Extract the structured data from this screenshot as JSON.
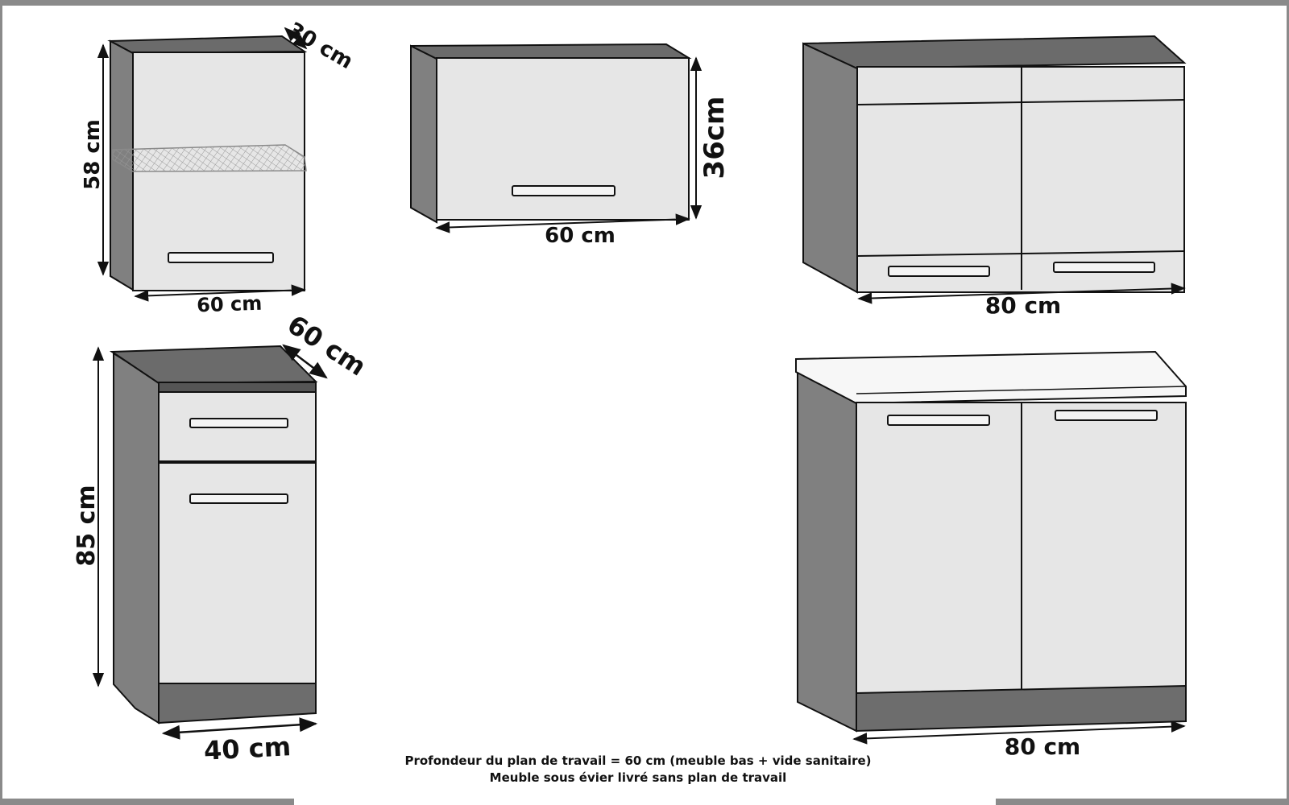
{
  "dimensions": {
    "upper_small_height": "58 cm",
    "upper_small_depth": "30 cm",
    "upper_small_width": "60 cm",
    "upper_flap_height": "36cm",
    "upper_flap_width": "60 cm",
    "upper_double_width": "80 cm",
    "base_small_height": "85 cm",
    "base_small_depth": "60 cm",
    "base_small_width": "40 cm",
    "base_sink_width": "80 cm"
  },
  "notes": {
    "line1": "Profondeur du plan de travail = 60 cm (meuble bas + vide sanitaire)",
    "line2": "Meuble sous évier livré sans plan de travail"
  },
  "colors": {
    "frame": "#8a8a8a",
    "body_side": "#808080",
    "body_top": "#6b6b6b",
    "door": "#e6e6e6",
    "line": "#111111"
  }
}
